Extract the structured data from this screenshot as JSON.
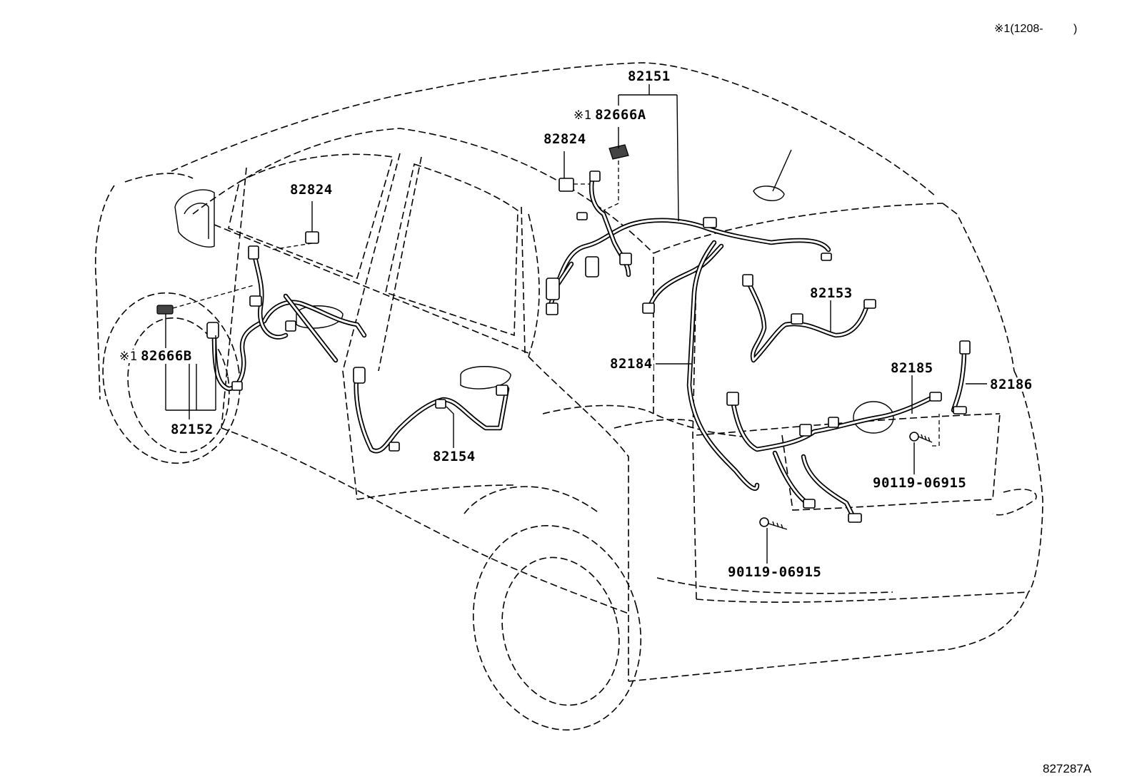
{
  "header": {
    "applicability_mark": "※1",
    "applicability_text": "(1208-",
    "applicability_close": ")"
  },
  "footer": {
    "diagram_code": "827287A"
  },
  "labels": {
    "l82151": "82151",
    "l82666A": "82666A",
    "l82666A_mark": "※1",
    "l82824_top": "82824",
    "l82824_left": "82824",
    "l82153": "82153",
    "l82184": "82184",
    "l82185": "82185",
    "l82186": "82186",
    "l82666B": "82666B",
    "l82666B_mark": "※1",
    "l82152": "82152",
    "l82154": "82154",
    "l90119_right": "90119-06915",
    "l90119_bottom": "90119-06915"
  }
}
